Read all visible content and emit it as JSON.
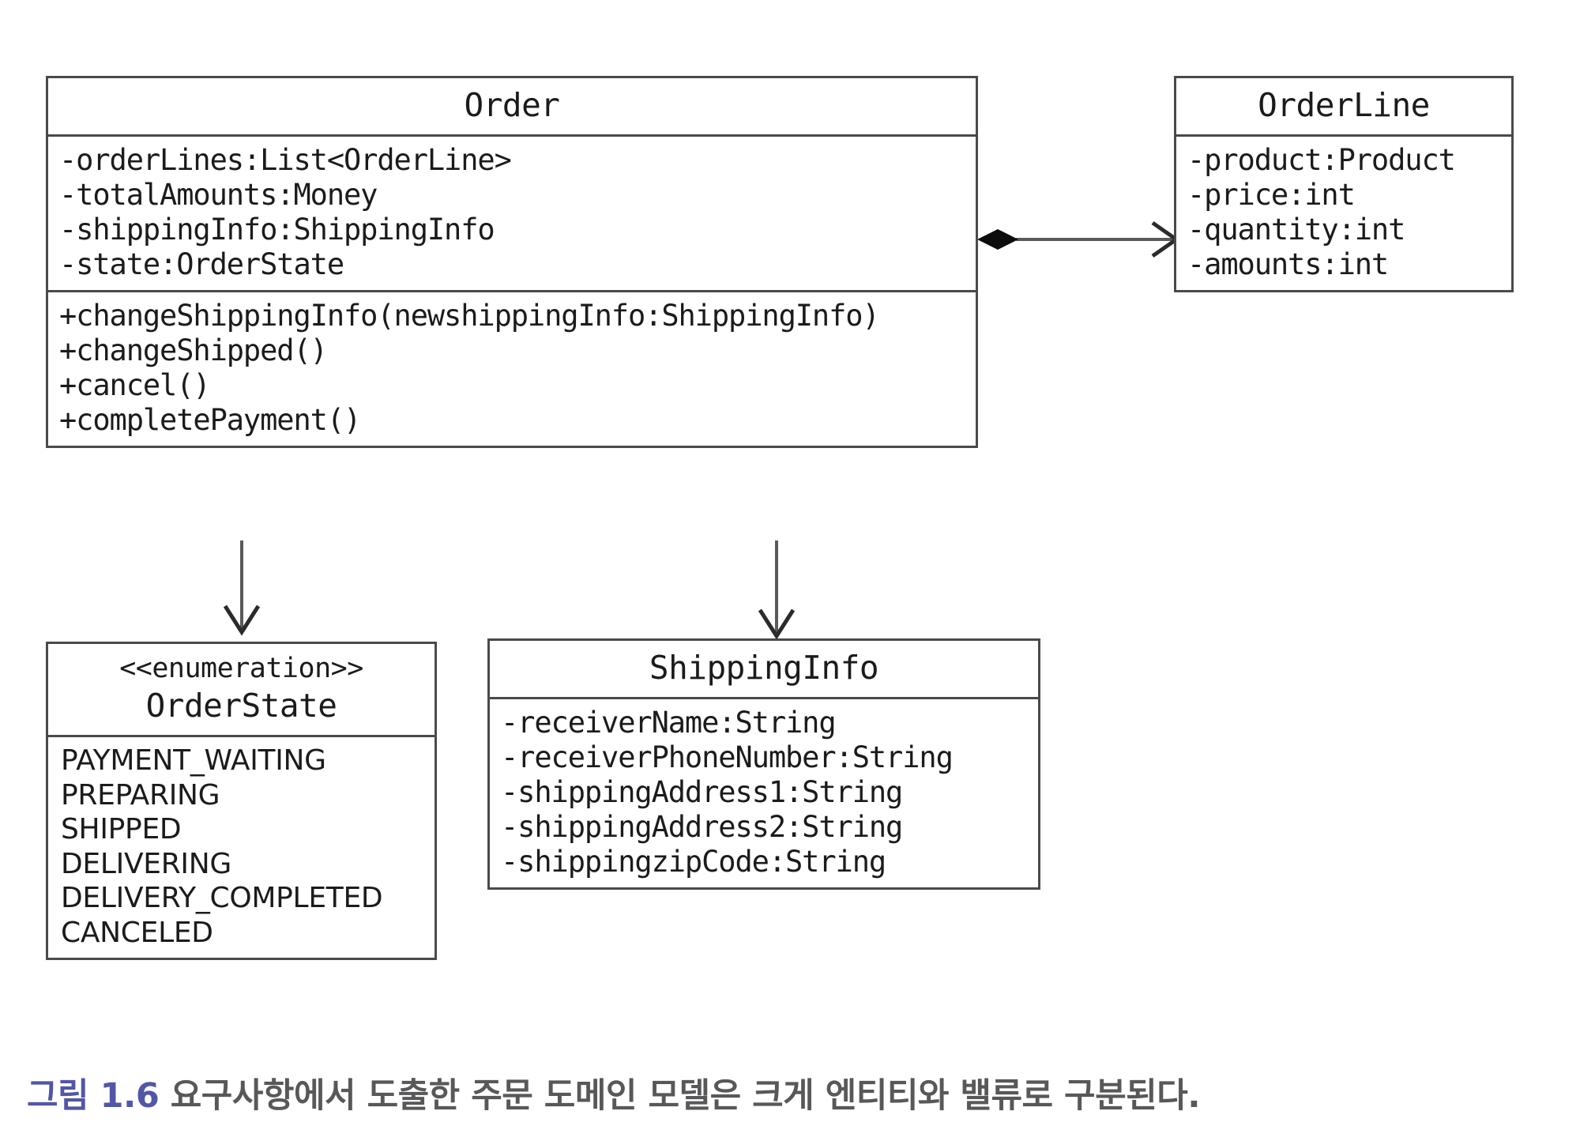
{
  "diagram": {
    "type": "uml-class-diagram",
    "title": "Order domain model",
    "classes": [
      {
        "id": "order",
        "name": "Order",
        "stereotype": "",
        "attributes": [
          "-orderLines:List<OrderLine>",
          "-totalAmounts:Money",
          "-shippingInfo:ShippingInfo",
          "-state:OrderState"
        ],
        "operations": [
          "+changeShippingInfo(newshippingInfo:ShippingInfo)",
          "+changeShipped()",
          "+cancel()",
          "+completePayment()"
        ]
      },
      {
        "id": "orderline",
        "name": "OrderLine",
        "stereotype": "",
        "attributes": [
          "-product:Product",
          "-price:int",
          "-quantity:int",
          "-amounts:int"
        ],
        "operations": []
      },
      {
        "id": "orderstate",
        "name": "OrderState",
        "stereotype": "<<enumeration>>",
        "attributes": [
          "PAYMENT_WAITING",
          "PREPARING",
          "SHIPPED",
          "DELIVERING",
          "DELIVERY_COMPLETED",
          "CANCELED"
        ],
        "operations": []
      },
      {
        "id": "shippinginfo",
        "name": "ShippingInfo",
        "stereotype": "",
        "attributes": [
          "-receiverName:String",
          "-receiverPhoneNumber:String",
          "-shippingAddress1:String",
          "-shippingAddress2:String",
          "-shippingzipCode:String"
        ],
        "operations": []
      }
    ],
    "relations": [
      {
        "id": "order-orderline",
        "kind": "composition",
        "from": "Order",
        "to": "OrderLine"
      },
      {
        "id": "order-orderstate",
        "kind": "association",
        "from": "Order",
        "to": "OrderState"
      },
      {
        "id": "order-shippinginfo",
        "kind": "association",
        "from": "Order",
        "to": "ShippingInfo"
      }
    ]
  },
  "caption": {
    "figure_number": "그림 1.6",
    "text": " 요구사항에서 도출한 주문 도메인 모델은 크게 엔티티와 밸류로 구분된다."
  },
  "colors": {
    "box_border": "#4a4a4a",
    "text": "#1b1b1b",
    "caption_text": "#58585a",
    "caption_accent": "#5156a6",
    "background": "#ffffff",
    "connector": "#5a5a5a"
  }
}
